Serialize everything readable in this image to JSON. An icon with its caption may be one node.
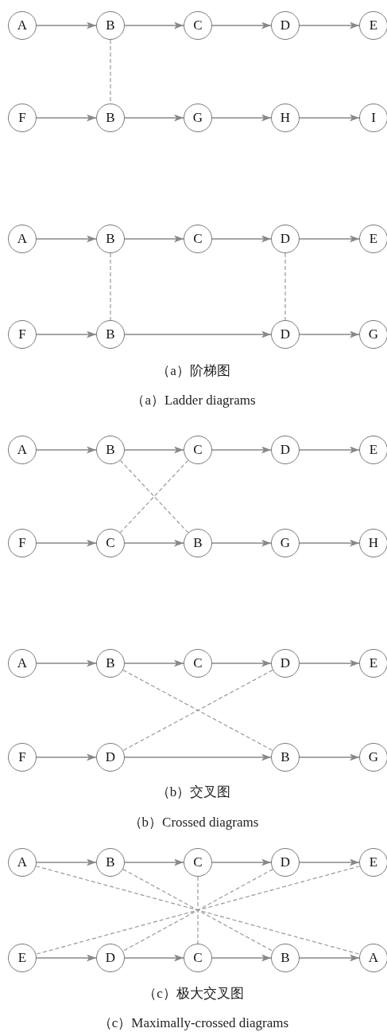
{
  "diagram": {
    "nodes": [
      {
        "text": [
          "A"
        ]
      },
      {
        "text": [
          "B"
        ]
      },
      {
        "text": [
          "C"
        ]
      },
      {
        "text": [
          "D"
        ]
      },
      {
        "text": [
          "E"
        ]
      },
      {
        "text": [
          "F"
        ]
      },
      {
        "text": [
          "B"
        ]
      },
      {
        "text": [
          "G"
        ]
      },
      {
        "text": [
          "H"
        ]
      },
      {
        "text": [
          "I"
        ]
      },
      {
        "text": [
          "A"
        ]
      },
      {
        "text": [
          "B"
        ]
      },
      {
        "text": [
          "C"
        ]
      },
      {
        "text": [
          "D"
        ]
      },
      {
        "text": [
          "E"
        ]
      },
      {
        "text": [
          "F"
        ]
      },
      {
        "text": [
          "B"
        ]
      },
      {
        "text": [
          "D"
        ]
      },
      {
        "text": [
          "G"
        ]
      },
      {
        "text": [
          "A"
        ]
      },
      {
        "text": [
          "B"
        ]
      },
      {
        "text": [
          "C"
        ]
      },
      {
        "text": [
          "D"
        ]
      },
      {
        "text": [
          "E"
        ]
      },
      {
        "text": [
          "F"
        ]
      },
      {
        "text": [
          "C"
        ]
      },
      {
        "text": [
          "B"
        ]
      },
      {
        "text": [
          "G"
        ]
      },
      {
        "text": [
          "H"
        ]
      },
      {
        "text": [
          "A"
        ]
      },
      {
        "text": [
          "B"
        ]
      },
      {
        "text": [
          "C"
        ]
      },
      {
        "text": [
          "D"
        ]
      },
      {
        "text": [
          "E"
        ]
      },
      {
        "text": [
          "F"
        ]
      },
      {
        "text": [
          "D"
        ]
      },
      {
        "text": [
          "B"
        ]
      },
      {
        "text": [
          "G"
        ]
      },
      {
        "text": [
          "A"
        ]
      },
      {
        "text": [
          "B"
        ]
      },
      {
        "text": [
          "C"
        ]
      },
      {
        "text": [
          "D"
        ]
      },
      {
        "text": [
          "E"
        ]
      },
      {
        "text": [
          "E"
        ]
      },
      {
        "text": [
          "D"
        ]
      },
      {
        "text": [
          "C"
        ]
      },
      {
        "text": [
          "B"
        ]
      },
      {
        "text": [
          "A"
        ]
      }
    ],
    "edges": [
      {
        "from": 0,
        "to": 1,
        "arrow": "to"
      },
      {
        "from": 1,
        "to": 2,
        "arrow": "to"
      },
      {
        "from": 2,
        "to": 3,
        "arrow": "to"
      },
      {
        "from": 3,
        "to": 4,
        "arrow": "to"
      },
      {
        "from": 5,
        "to": 6,
        "arrow": "to"
      },
      {
        "from": 6,
        "to": 7,
        "arrow": "to"
      },
      {
        "from": 7,
        "to": 8,
        "arrow": "to"
      },
      {
        "from": 8,
        "to": 9,
        "arrow": "to"
      },
      {
        "from": 1,
        "to": 6,
        "arrow": "none",
        "style": "dashed"
      },
      {
        "from": 10,
        "to": 11,
        "arrow": "to"
      },
      {
        "from": 11,
        "to": 12,
        "arrow": "to"
      },
      {
        "from": 12,
        "to": 13,
        "arrow": "to"
      },
      {
        "from": 13,
        "to": 14,
        "arrow": "to"
      },
      {
        "from": 15,
        "to": 16,
        "arrow": "to"
      },
      {
        "from": 16,
        "to": 17,
        "arrow": "to"
      },
      {
        "from": 17,
        "to": 18,
        "arrow": "to"
      },
      {
        "from": 11,
        "to": 16,
        "arrow": "none",
        "style": "dashed"
      },
      {
        "from": 13,
        "to": 17,
        "arrow": "none",
        "style": "dashed"
      },
      {
        "from": 19,
        "to": 20,
        "arrow": "to"
      },
      {
        "from": 20,
        "to": 21,
        "arrow": "to"
      },
      {
        "from": 21,
        "to": 22,
        "arrow": "to"
      },
      {
        "from": 22,
        "to": 23,
        "arrow": "to"
      },
      {
        "from": 24,
        "to": 25,
        "arrow": "to"
      },
      {
        "from": 25,
        "to": 26,
        "arrow": "to"
      },
      {
        "from": 26,
        "to": 27,
        "arrow": "to"
      },
      {
        "from": 27,
        "to": 28,
        "arrow": "to"
      },
      {
        "from": 20,
        "to": 26,
        "arrow": "none",
        "style": "dashed"
      },
      {
        "from": 21,
        "to": 25,
        "arrow": "none",
        "style": "dashed"
      },
      {
        "from": 29,
        "to": 30,
        "arrow": "to"
      },
      {
        "from": 30,
        "to": 31,
        "arrow": "to"
      },
      {
        "from": 31,
        "to": 32,
        "arrow": "to"
      },
      {
        "from": 32,
        "to": 33,
        "arrow": "to"
      },
      {
        "from": 34,
        "to": 35,
        "arrow": "to"
      },
      {
        "from": 35,
        "to": 36,
        "arrow": "to"
      },
      {
        "from": 36,
        "to": 37,
        "arrow": "to"
      },
      {
        "from": 30,
        "to": 36,
        "arrow": "none",
        "style": "dashed"
      },
      {
        "from": 32,
        "to": 35,
        "arrow": "none",
        "style": "dashed"
      },
      {
        "from": 38,
        "to": 39,
        "arrow": "to"
      },
      {
        "from": 39,
        "to": 40,
        "arrow": "to"
      },
      {
        "from": 40,
        "to": 41,
        "arrow": "to"
      },
      {
        "from": 41,
        "to": 42,
        "arrow": "to"
      },
      {
        "from": 43,
        "to": 44,
        "arrow": "to"
      },
      {
        "from": 44,
        "to": 45,
        "arrow": "to"
      },
      {
        "from": 45,
        "to": 46,
        "arrow": "to"
      },
      {
        "from": 46,
        "to": 47,
        "arrow": "to"
      },
      {
        "from": 38,
        "to": 47,
        "arrow": "none",
        "style": "dashed"
      },
      {
        "from": 39,
        "to": 46,
        "arrow": "none",
        "style": "dashed"
      },
      {
        "from": 40,
        "to": 45,
        "arrow": "none",
        "style": "dashed"
      },
      {
        "from": 41,
        "to": 44,
        "arrow": "none",
        "style": "dashed"
      },
      {
        "from": 42,
        "to": 43,
        "arrow": "none",
        "style": "dashed"
      }
    ],
    "labels": [
      "（a）阶梯图",
      "（a）Ladder diagrams",
      "（b）交叉图",
      "（b）Crossed diagrams",
      "（c）极大交叉图",
      "（c）Maximally-crossed diagrams"
    ]
  }
}
